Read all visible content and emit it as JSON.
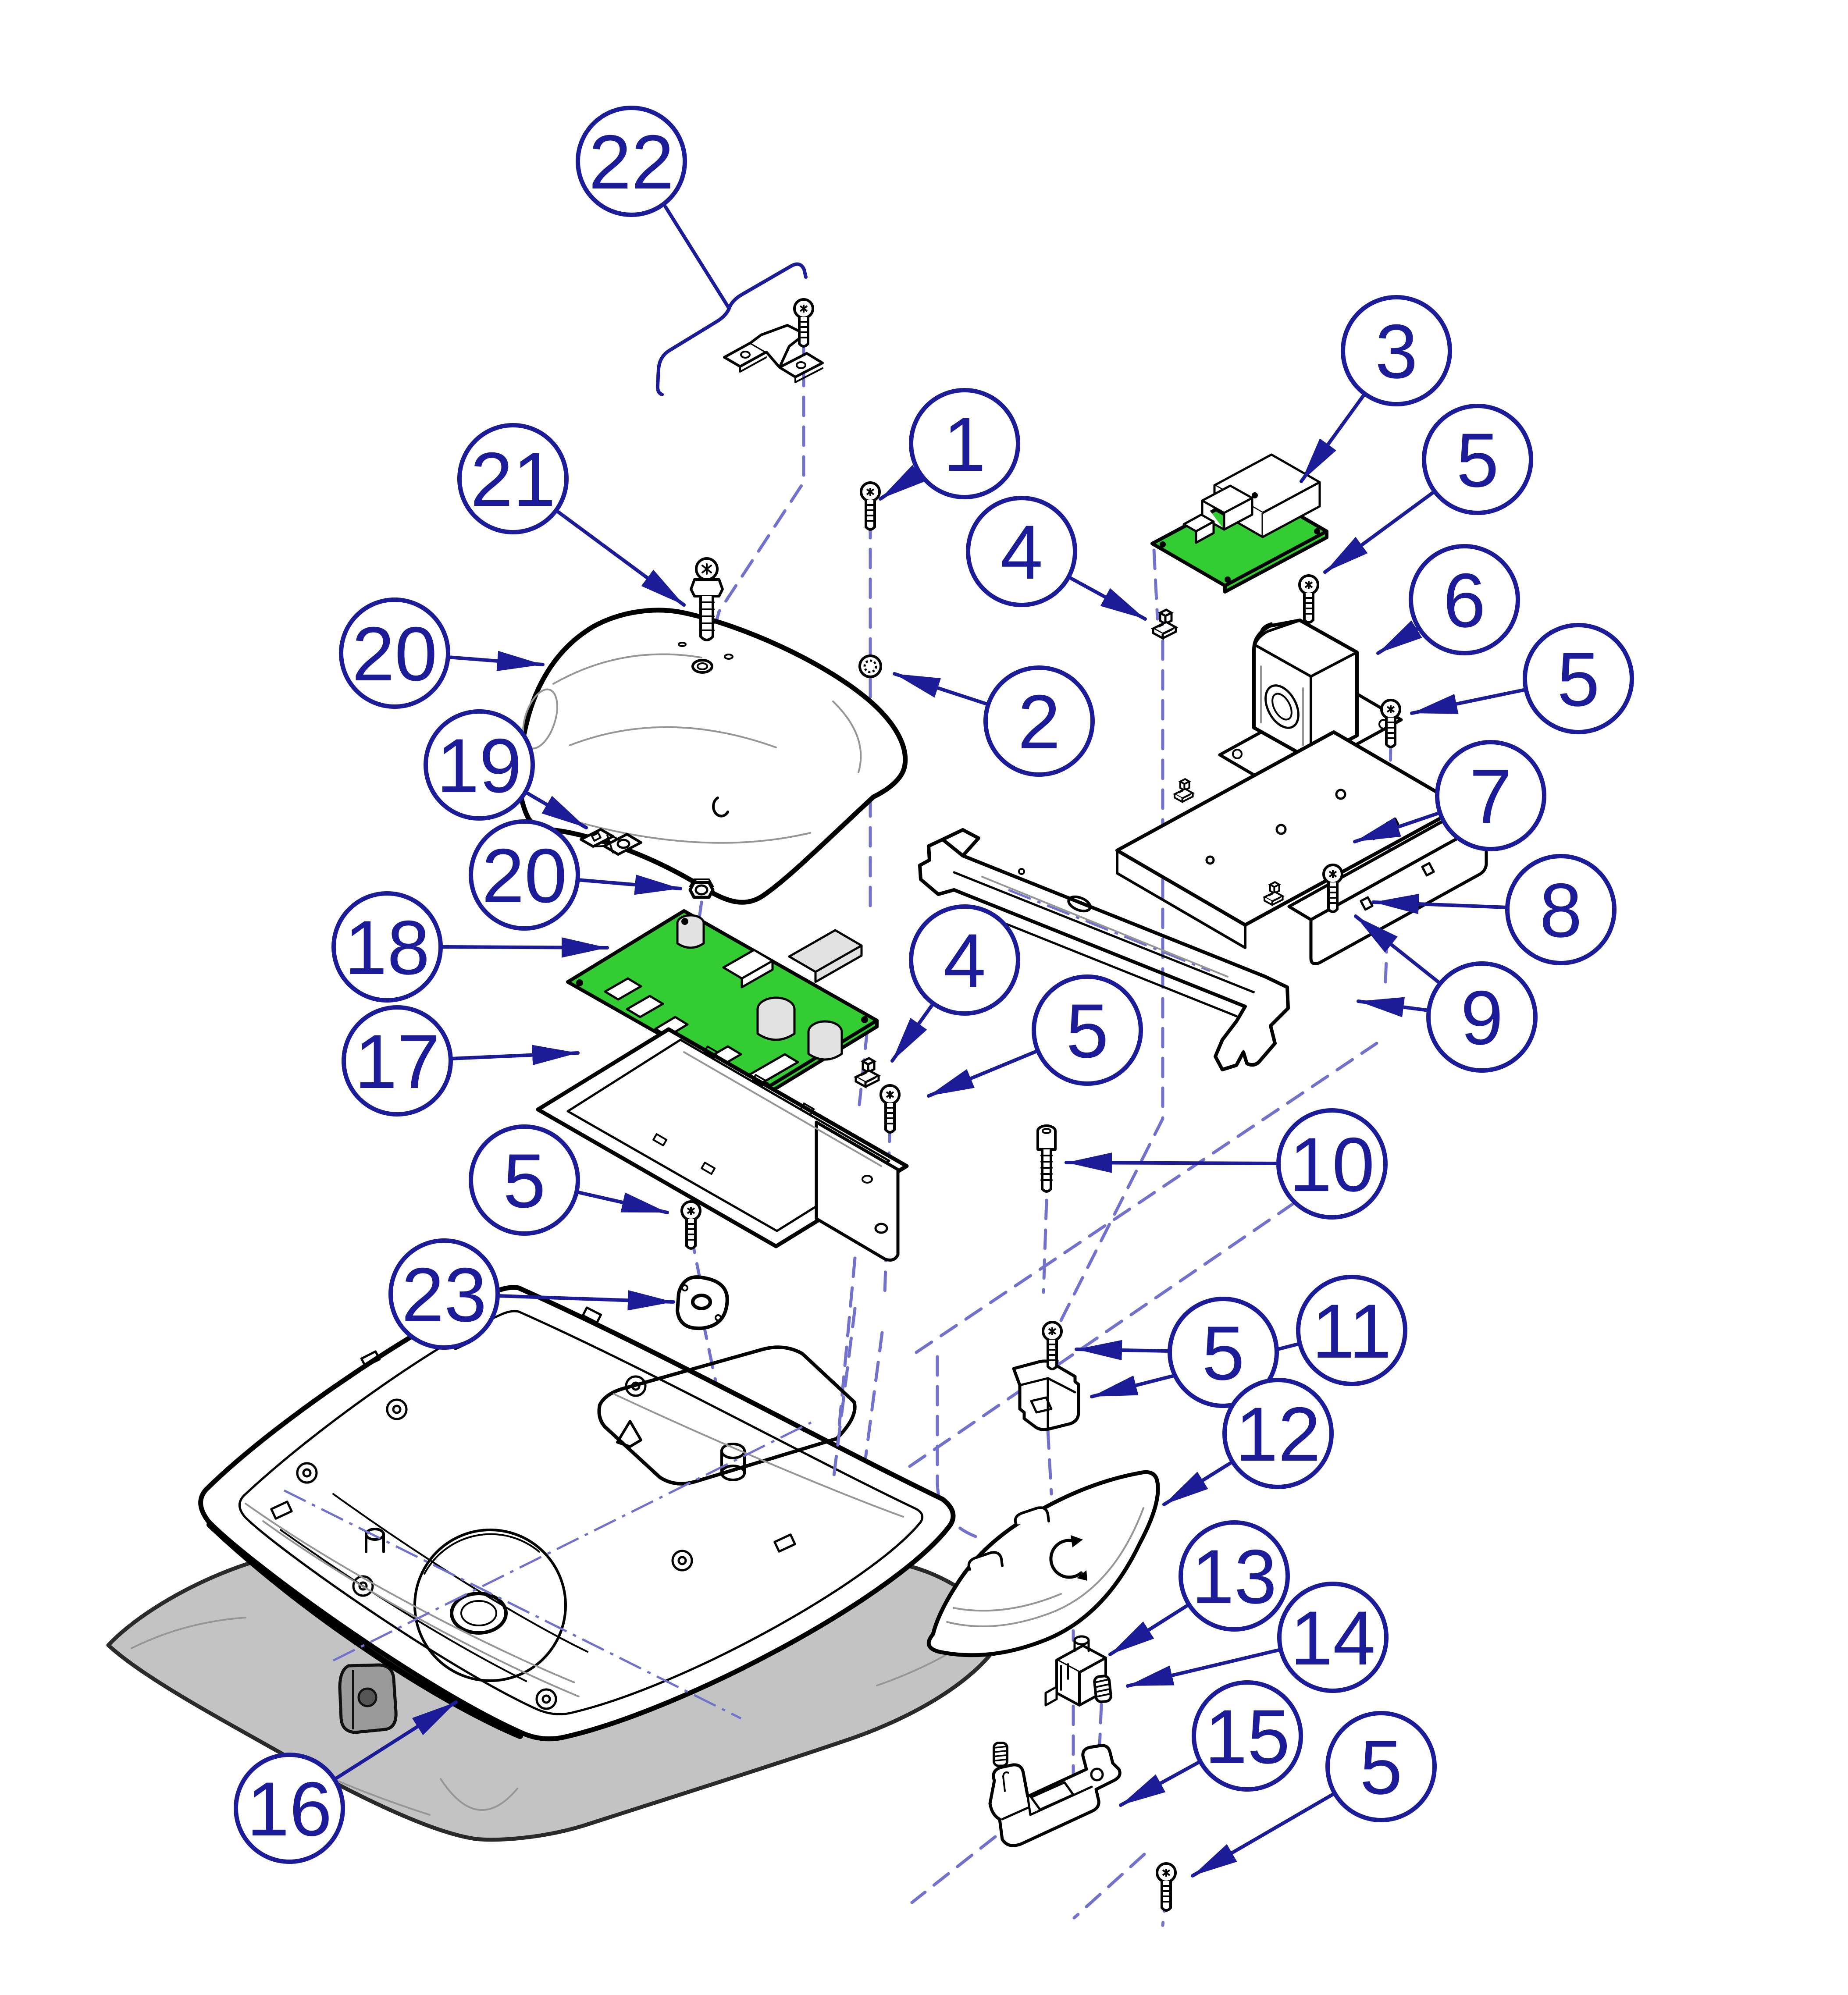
{
  "figure": {
    "type": "exploded-parts-diagram",
    "background": "#ffffff"
  },
  "colors": {
    "balloon_outline": "#1c1c99",
    "number_text": "#1c1c99",
    "arrow": "#1c1c99",
    "phantom_dash": "#7272cc",
    "pcb_green": "#33cc33",
    "pcb_green_dark": "#1fa51f",
    "cushion_gray": "#c3c3c3",
    "component_gray": "#e2e2e2",
    "line_black": "#000000",
    "contour_gray": "#969696"
  },
  "callouts": [
    {
      "label": "22",
      "part": "cover-mount-bracket-assembly"
    },
    {
      "label": "1",
      "part": "pan-head-screw"
    },
    {
      "label": "3",
      "part": "power-supply-board"
    },
    {
      "label": "21",
      "part": "hex-washer-head-screw"
    },
    {
      "label": "4",
      "part": "clip-nut"
    },
    {
      "label": "5",
      "part": "pan-head-screw"
    },
    {
      "label": "20",
      "part": "seat-cover"
    },
    {
      "label": "6",
      "part": "transformer"
    },
    {
      "label": "5",
      "part": "pan-head-screw"
    },
    {
      "label": "2",
      "part": "lock-washer"
    },
    {
      "label": "19",
      "part": "small-bracket"
    },
    {
      "label": "7",
      "part": "transformer-bracket"
    },
    {
      "label": "20",
      "part": "hex-nut"
    },
    {
      "label": "8",
      "part": "angle-bracket"
    },
    {
      "label": "18",
      "part": "control-board"
    },
    {
      "label": "4",
      "part": "clip-nut"
    },
    {
      "label": "9",
      "part": "support-rail"
    },
    {
      "label": "5",
      "part": "pan-head-screw"
    },
    {
      "label": "17",
      "part": "board-tray"
    },
    {
      "label": "10",
      "part": "socket-head-screw"
    },
    {
      "label": "5",
      "part": "pan-head-screw"
    },
    {
      "label": "23",
      "part": "cam-plate"
    },
    {
      "label": "5",
      "part": "pan-head-screw"
    },
    {
      "label": "11",
      "part": "retainer-clip"
    },
    {
      "label": "12",
      "part": "pivot-cover"
    },
    {
      "label": "13",
      "part": "limit-switch"
    },
    {
      "label": "14",
      "part": "spring"
    },
    {
      "label": "15",
      "part": "switch-bracket"
    },
    {
      "label": "16",
      "part": "seat-cushion"
    },
    {
      "label": "5",
      "part": "pan-head-screw"
    }
  ],
  "icons": [
    {
      "name": "rotation-arrows-icon",
      "meaning": "rotate / pivot direction symbol on pivot cover"
    }
  ]
}
